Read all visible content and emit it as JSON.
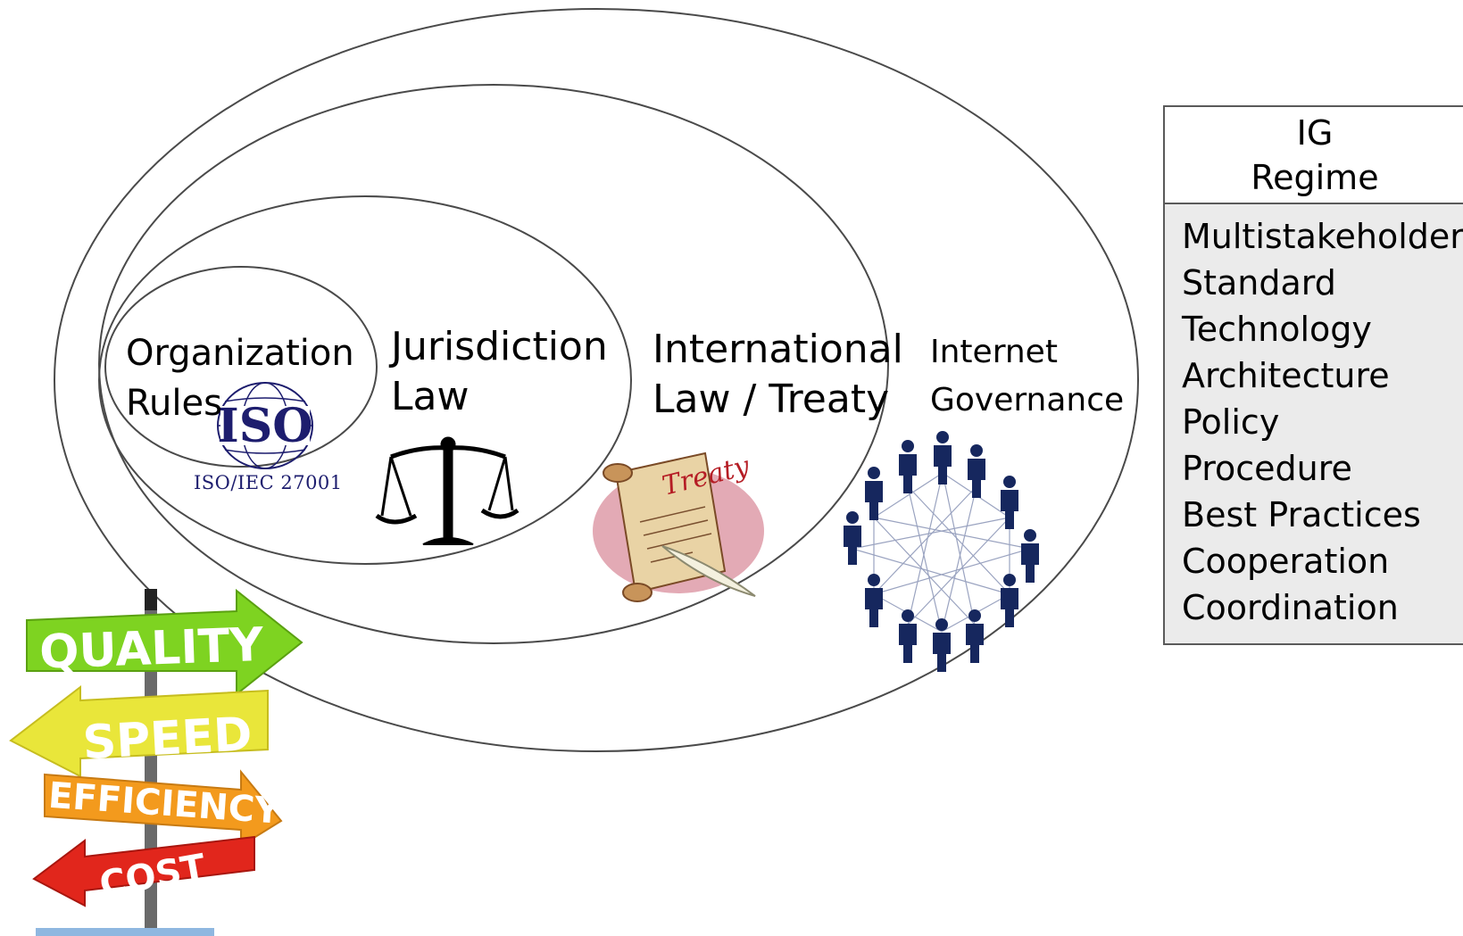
{
  "regions": {
    "organization": {
      "line1": "Organization",
      "line2": "Rules"
    },
    "jurisdiction": {
      "line1": "Jurisdiction",
      "line2": "Law"
    },
    "international": {
      "line1": "International",
      "line2": "Law / Treaty"
    },
    "internet": {
      "line1": "Internet",
      "line2": "Governance"
    }
  },
  "iso_logo": {
    "text": "ISO",
    "caption": "ISO/IEC 27001"
  },
  "treaty_scroll": {
    "text": "Treaty"
  },
  "signpost": {
    "signs": [
      "QUALITY",
      "SPEED",
      "EFFICIENCY",
      "COST"
    ]
  },
  "ig_regime": {
    "header_line1": "IG",
    "header_line2": "Regime",
    "items": [
      "Multistakeholder",
      "Standard",
      "Technology",
      "Architecture",
      "Policy",
      "Procedure",
      "Best Practices",
      "Cooperation",
      "Coordination"
    ]
  },
  "colors": {
    "ellipse_stroke": "#4a4a4a",
    "iso_blue": "#1d1d6e",
    "people_blue": "#16275e",
    "quality_green": "#7ed321",
    "speed_yellow": "#e9e63a",
    "efficiency_orange": "#f39a1d",
    "cost_red": "#e1261c"
  }
}
